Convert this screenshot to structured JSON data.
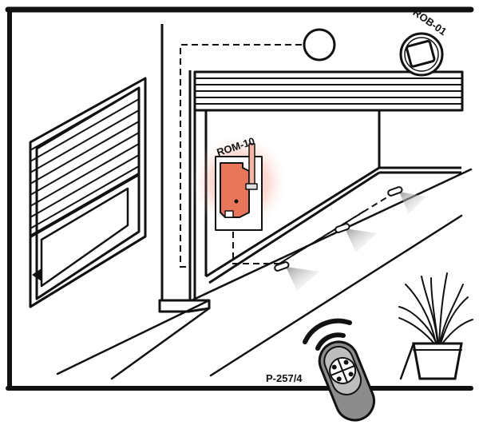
{
  "labels": {
    "rom": "ROM-10",
    "rob": "ROB-01",
    "remote": "P-257/4"
  },
  "icons": {
    "motion_sensor": "ceiling-light-sensor-icon",
    "rob_module": "rob-module-icon",
    "rom_module": "rom-module-icon",
    "remote": "remote-control-icon",
    "signal": "wireless-signal-icon",
    "plant": "potted-plant-icon",
    "led": "led-floor-light-icon"
  },
  "colors": {
    "outline": "#111111",
    "rom_module": "#e8765a",
    "rom_glow": "#ef3f2a",
    "remote_body": "#8c8c8c",
    "remote_face": "#bdbdbd",
    "light_beam": "#9a9a9a"
  }
}
